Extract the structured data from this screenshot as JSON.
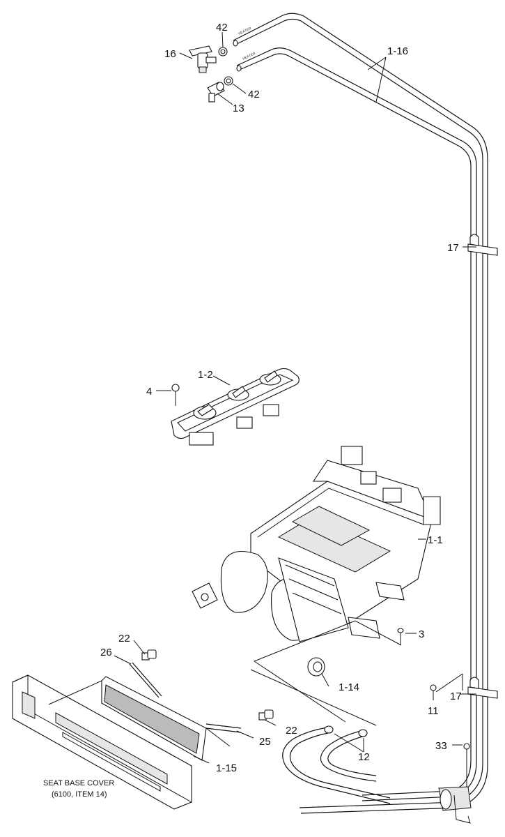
{
  "diagram": {
    "callouts": {
      "c42a": "42",
      "c16": "16",
      "c116": "1-16",
      "c42b": "42",
      "c13": "13",
      "c17a": "17",
      "c12": "1-2",
      "c4": "4",
      "c11": "1-1",
      "c3": "3",
      "c22a": "22",
      "c26": "26",
      "c114": "1-14",
      "c11b": "11",
      "c17b": "17",
      "c22b": "22",
      "c25": "25",
      "c33": "33",
      "c12b": "12",
      "c115": "1-15"
    },
    "hose_tag_a": "HEATER",
    "hose_tag_b": "HEATER",
    "note_line1": "SEAT BASE COVER",
    "note_line2": "(6100, ITEM 14)"
  }
}
